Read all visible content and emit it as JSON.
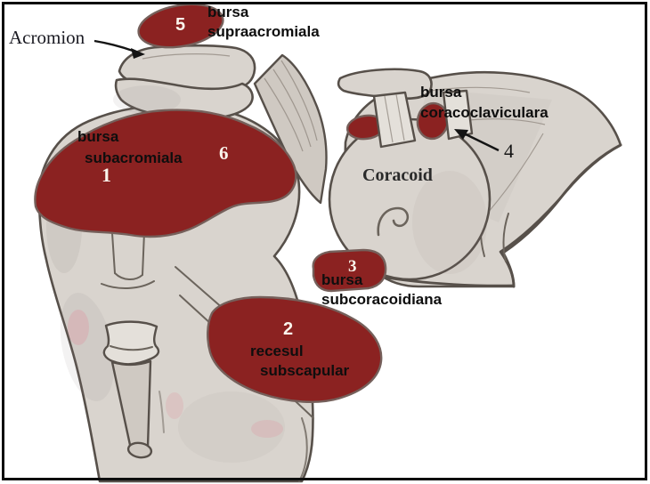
{
  "colors": {
    "bursa_fill": "#8b2221",
    "bone_fill": "#d9d4ce",
    "outline": "#57504a",
    "text": "#0e0e0e",
    "number_text": "#faf5ec"
  },
  "anatomy_labels": {
    "acromion": "Acromion",
    "coracoid": "Coracoid"
  },
  "bursa_labels": {
    "supraacromial": {
      "num": "5",
      "line1": "bursa",
      "line2": "supraacromiala"
    },
    "subacromial": {
      "num": "1",
      "line1": "bursa",
      "line2": "subacromiala"
    },
    "subdeltoid": {
      "num": "6"
    },
    "coracoclavicular": {
      "num": "4",
      "line1": "bursa",
      "line2": "coracoclaviculara"
    },
    "subcoracoid": {
      "num": "3",
      "line1": "bursa",
      "line2": "subcoracoidiana"
    },
    "subscapular_recess": {
      "num": "2",
      "line1": "recesul",
      "line2": "subscapular"
    }
  }
}
